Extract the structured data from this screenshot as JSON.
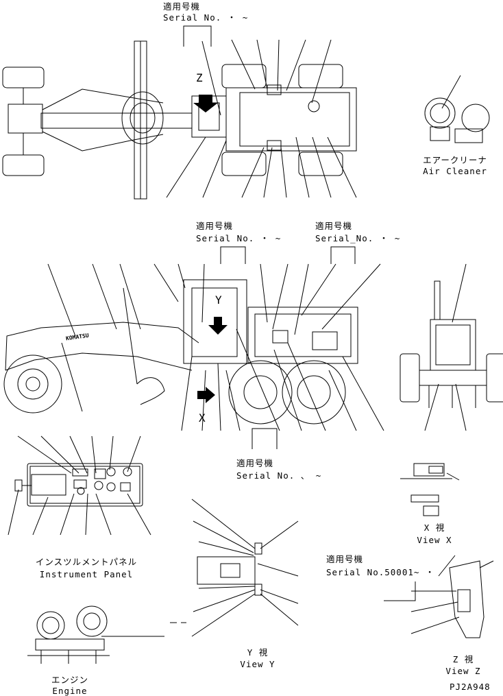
{
  "serial_top": {
    "ja": "適用号機",
    "en": "Serial No.  ・  ~"
  },
  "serial_mid_left": {
    "ja": "適用号機",
    "en": "Serial No.  ・  ~"
  },
  "serial_mid_right": {
    "ja": "適用号機",
    "en": "Serial_No.  ・  ~"
  },
  "serial_lower": {
    "ja": "適用号機",
    "en": "Serial No.  、  ~"
  },
  "serial_z": {
    "ja": "適用号機",
    "en": "Serial No.50001~ ・"
  },
  "air_cleaner": {
    "ja": "エアークリーナ",
    "en": "Air Cleaner"
  },
  "instrument_panel": {
    "ja": "インスツルメントパネル",
    "en": "Instrument Panel"
  },
  "engine": {
    "ja": "エンジン",
    "en": "Engine"
  },
  "view_x": {
    "ja": "X 視",
    "en": "View X"
  },
  "view_y": {
    "ja": "Y 視",
    "en": "View Y"
  },
  "view_z": {
    "ja": "Z 視",
    "en": "View Z"
  },
  "markers": {
    "x": "X",
    "y": "Y",
    "z": "Z"
  },
  "brand": "KOMATSU",
  "drawing_code": "PJ2A948"
}
